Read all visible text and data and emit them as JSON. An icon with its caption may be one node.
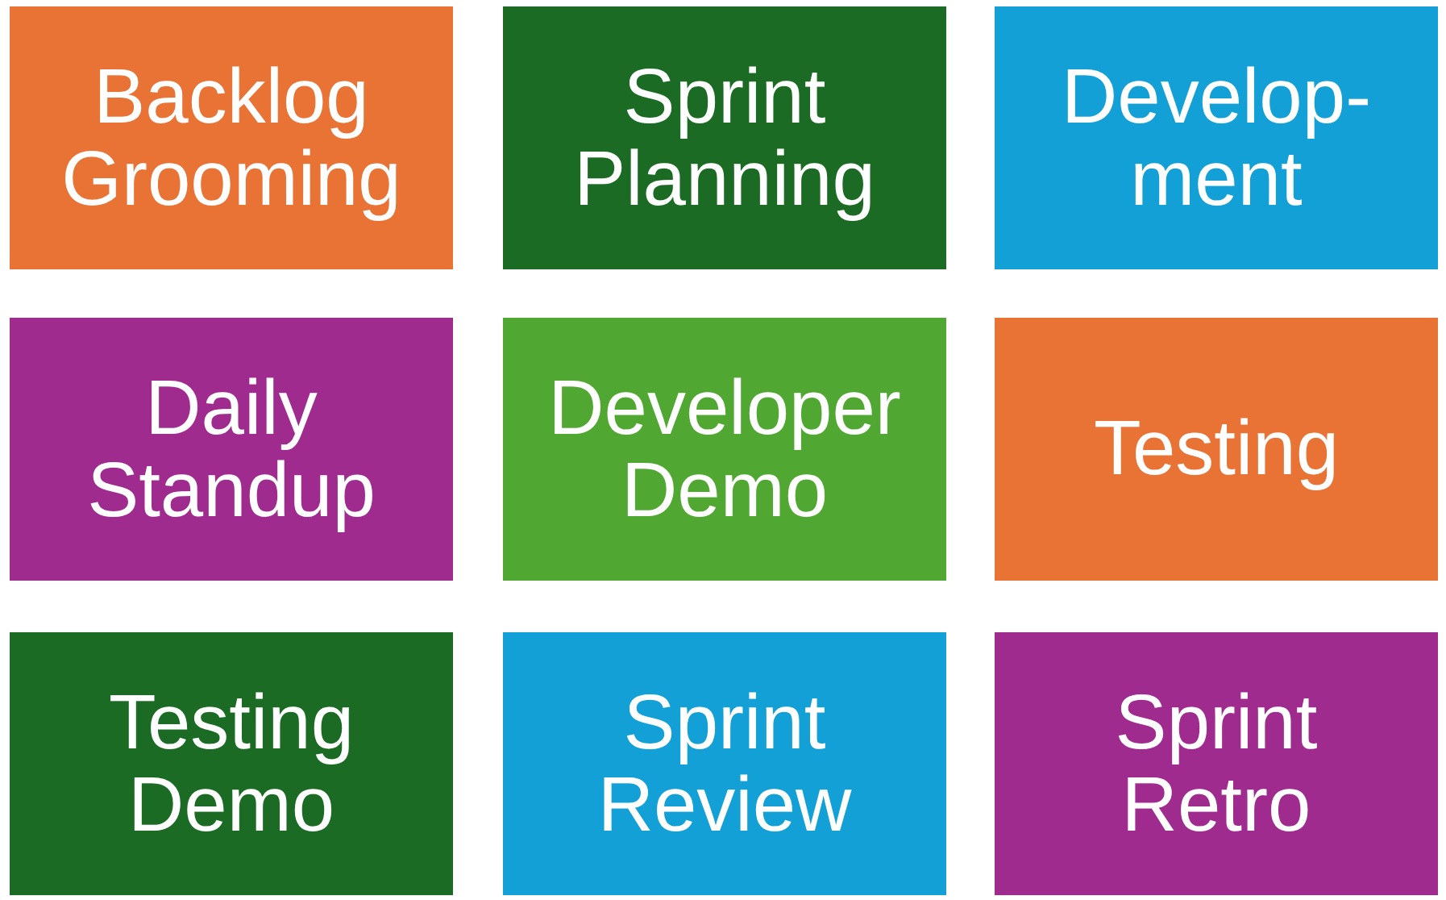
{
  "diagram": {
    "nodes": [
      {
        "text": [
          "Backlog Grooming"
        ]
      },
      {
        "text": [
          "Sprint Planning"
        ]
      },
      {
        "text": [
          "Develop- ment"
        ]
      },
      {
        "text": [
          "Daily Standup"
        ]
      },
      {
        "text": [
          "Developer Demo"
        ]
      },
      {
        "text": [
          "Testing"
        ]
      },
      {
        "text": [
          "Testing Demo"
        ]
      },
      {
        "text": [
          "Sprint Review"
        ]
      },
      {
        "text": [
          "Sprint Retro"
        ]
      }
    ]
  }
}
